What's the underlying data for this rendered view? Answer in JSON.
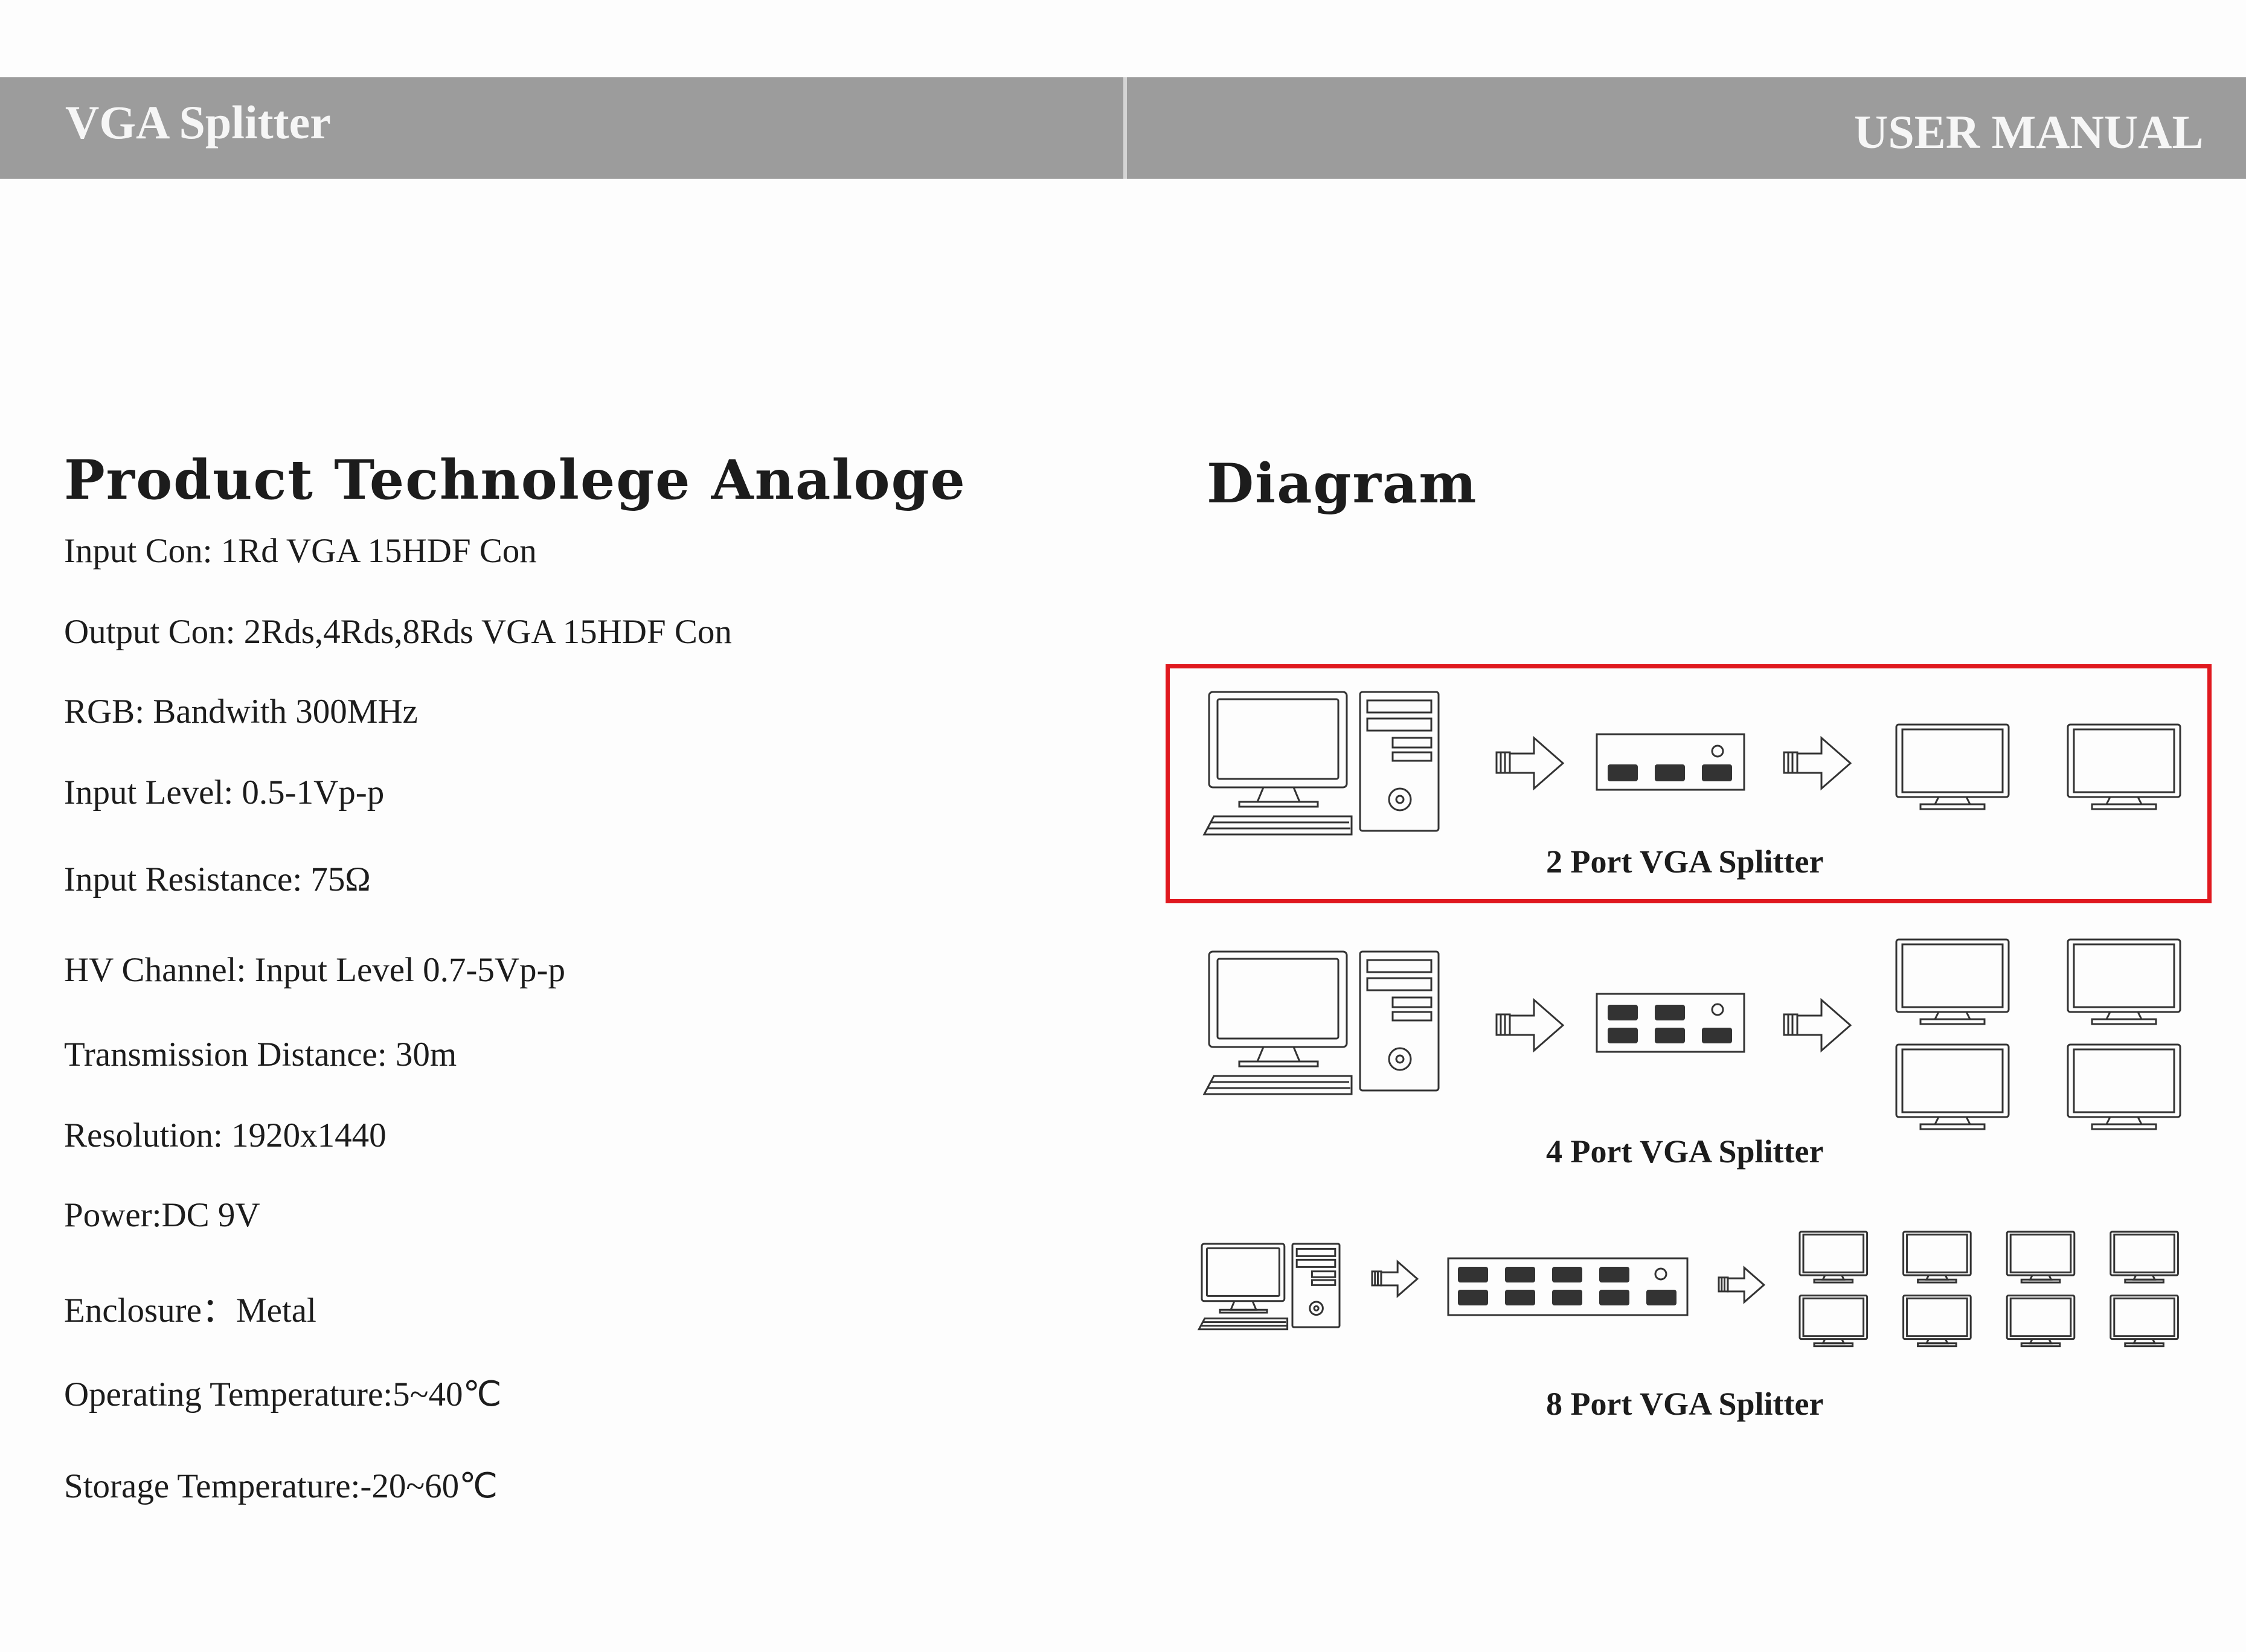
{
  "header": {
    "left_title": "VGA  Splitter",
    "right_title": "USER MANUAL"
  },
  "specs_section": {
    "title": "Product Technolege Analoge",
    "items": [
      "Input Con: 1Rd VGA 15HDF Con",
      "Output Con: 2Rds,4Rds,8Rds VGA 15HDF Con",
      "RGB: Bandwith 300MHz",
      "Input Level: 0.5-1Vp-p",
      "Input Resistance: 75Ω",
      "HV Channel: Input Level 0.7-5Vp-p",
      "Transmission Distance: 30m",
      "Resolution: 1920x1440",
      "Power:DC 9V",
      "Enclosure：Metal",
      "Operating Temperature:5~40℃",
      "Storage Temperature:-20~60℃"
    ]
  },
  "diagram_section": {
    "title": "Diagram",
    "rows": [
      {
        "caption": "2 Port VGA  Splitter",
        "ports": 2,
        "outputs": 2,
        "highlighted": true,
        "highlight_color": "#e0191f"
      },
      {
        "caption": "4 Port VGA  Splitter",
        "ports": 4,
        "outputs": 4,
        "highlighted": false
      },
      {
        "caption": "8 Port VGA  Splitter",
        "ports": 8,
        "outputs": 8,
        "highlighted": false
      }
    ]
  },
  "colors": {
    "header_band": "#9c9c9c",
    "header_text": "#f6f6f6",
    "body_text": "#1c1c1c",
    "highlight": "#e0191f"
  }
}
